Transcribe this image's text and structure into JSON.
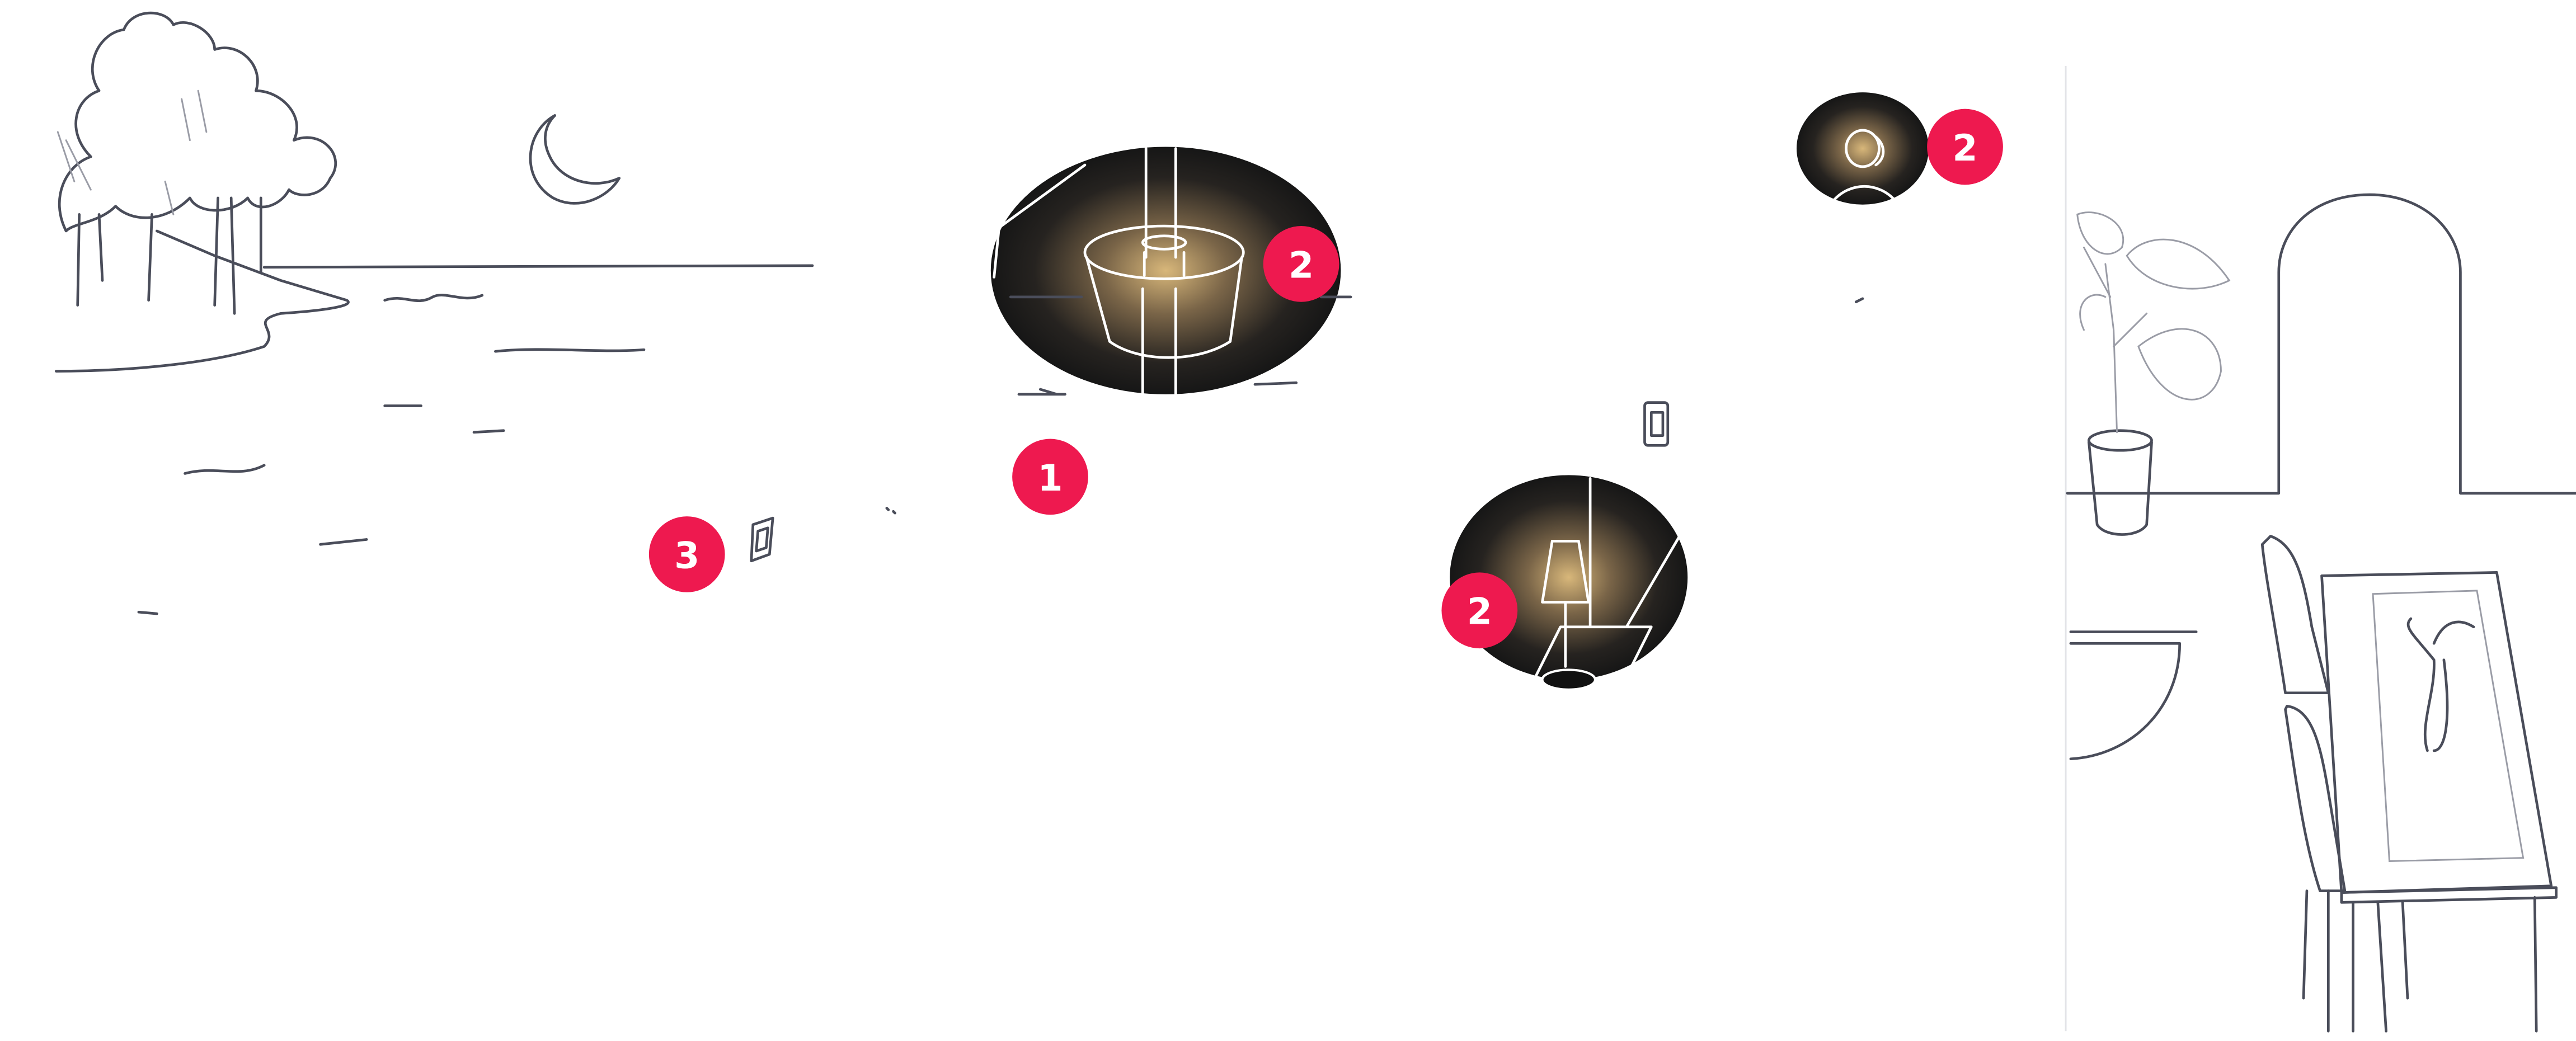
{
  "colors": {
    "badge": "#ee194f",
    "line": "#4a4d5a",
    "glow": "#d8b77a",
    "dark": "#161616"
  },
  "callouts": [
    {
      "label": "1",
      "target": "ceiling-light"
    },
    {
      "label": "2",
      "target": "pendant-lamp"
    },
    {
      "label": "2",
      "target": "wall-spot"
    },
    {
      "label": "2",
      "target": "table-lamp"
    },
    {
      "label": "3",
      "target": "wall-switch"
    }
  ]
}
